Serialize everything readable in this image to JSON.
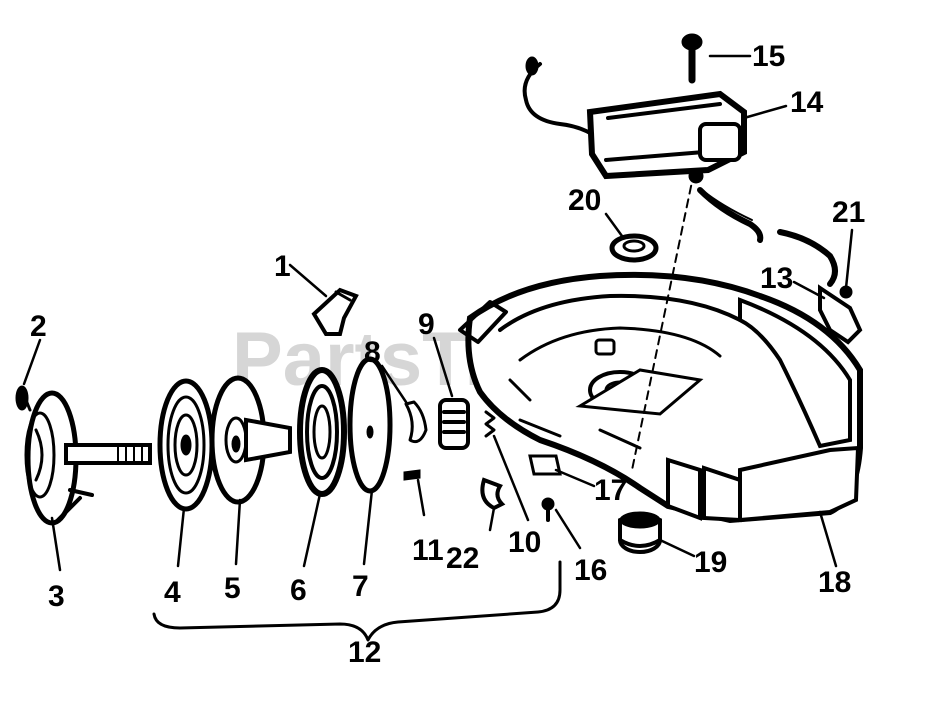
{
  "watermark": "PartsTree",
  "callouts": [
    {
      "id": "1",
      "label": "1"
    },
    {
      "id": "2",
      "label": "2"
    },
    {
      "id": "3",
      "label": "3"
    },
    {
      "id": "4",
      "label": "4"
    },
    {
      "id": "5",
      "label": "5"
    },
    {
      "id": "6",
      "label": "6"
    },
    {
      "id": "7",
      "label": "7"
    },
    {
      "id": "8",
      "label": "8"
    },
    {
      "id": "9",
      "label": "9"
    },
    {
      "id": "10",
      "label": "10"
    },
    {
      "id": "11",
      "label": "11"
    },
    {
      "id": "12",
      "label": "12"
    },
    {
      "id": "13",
      "label": "13"
    },
    {
      "id": "14",
      "label": "14"
    },
    {
      "id": "15",
      "label": "15"
    },
    {
      "id": "16",
      "label": "16"
    },
    {
      "id": "17",
      "label": "17"
    },
    {
      "id": "18",
      "label": "18"
    },
    {
      "id": "19",
      "label": "19"
    },
    {
      "id": "20",
      "label": "20"
    },
    {
      "id": "21",
      "label": "21"
    },
    {
      "id": "22",
      "label": "22"
    }
  ]
}
